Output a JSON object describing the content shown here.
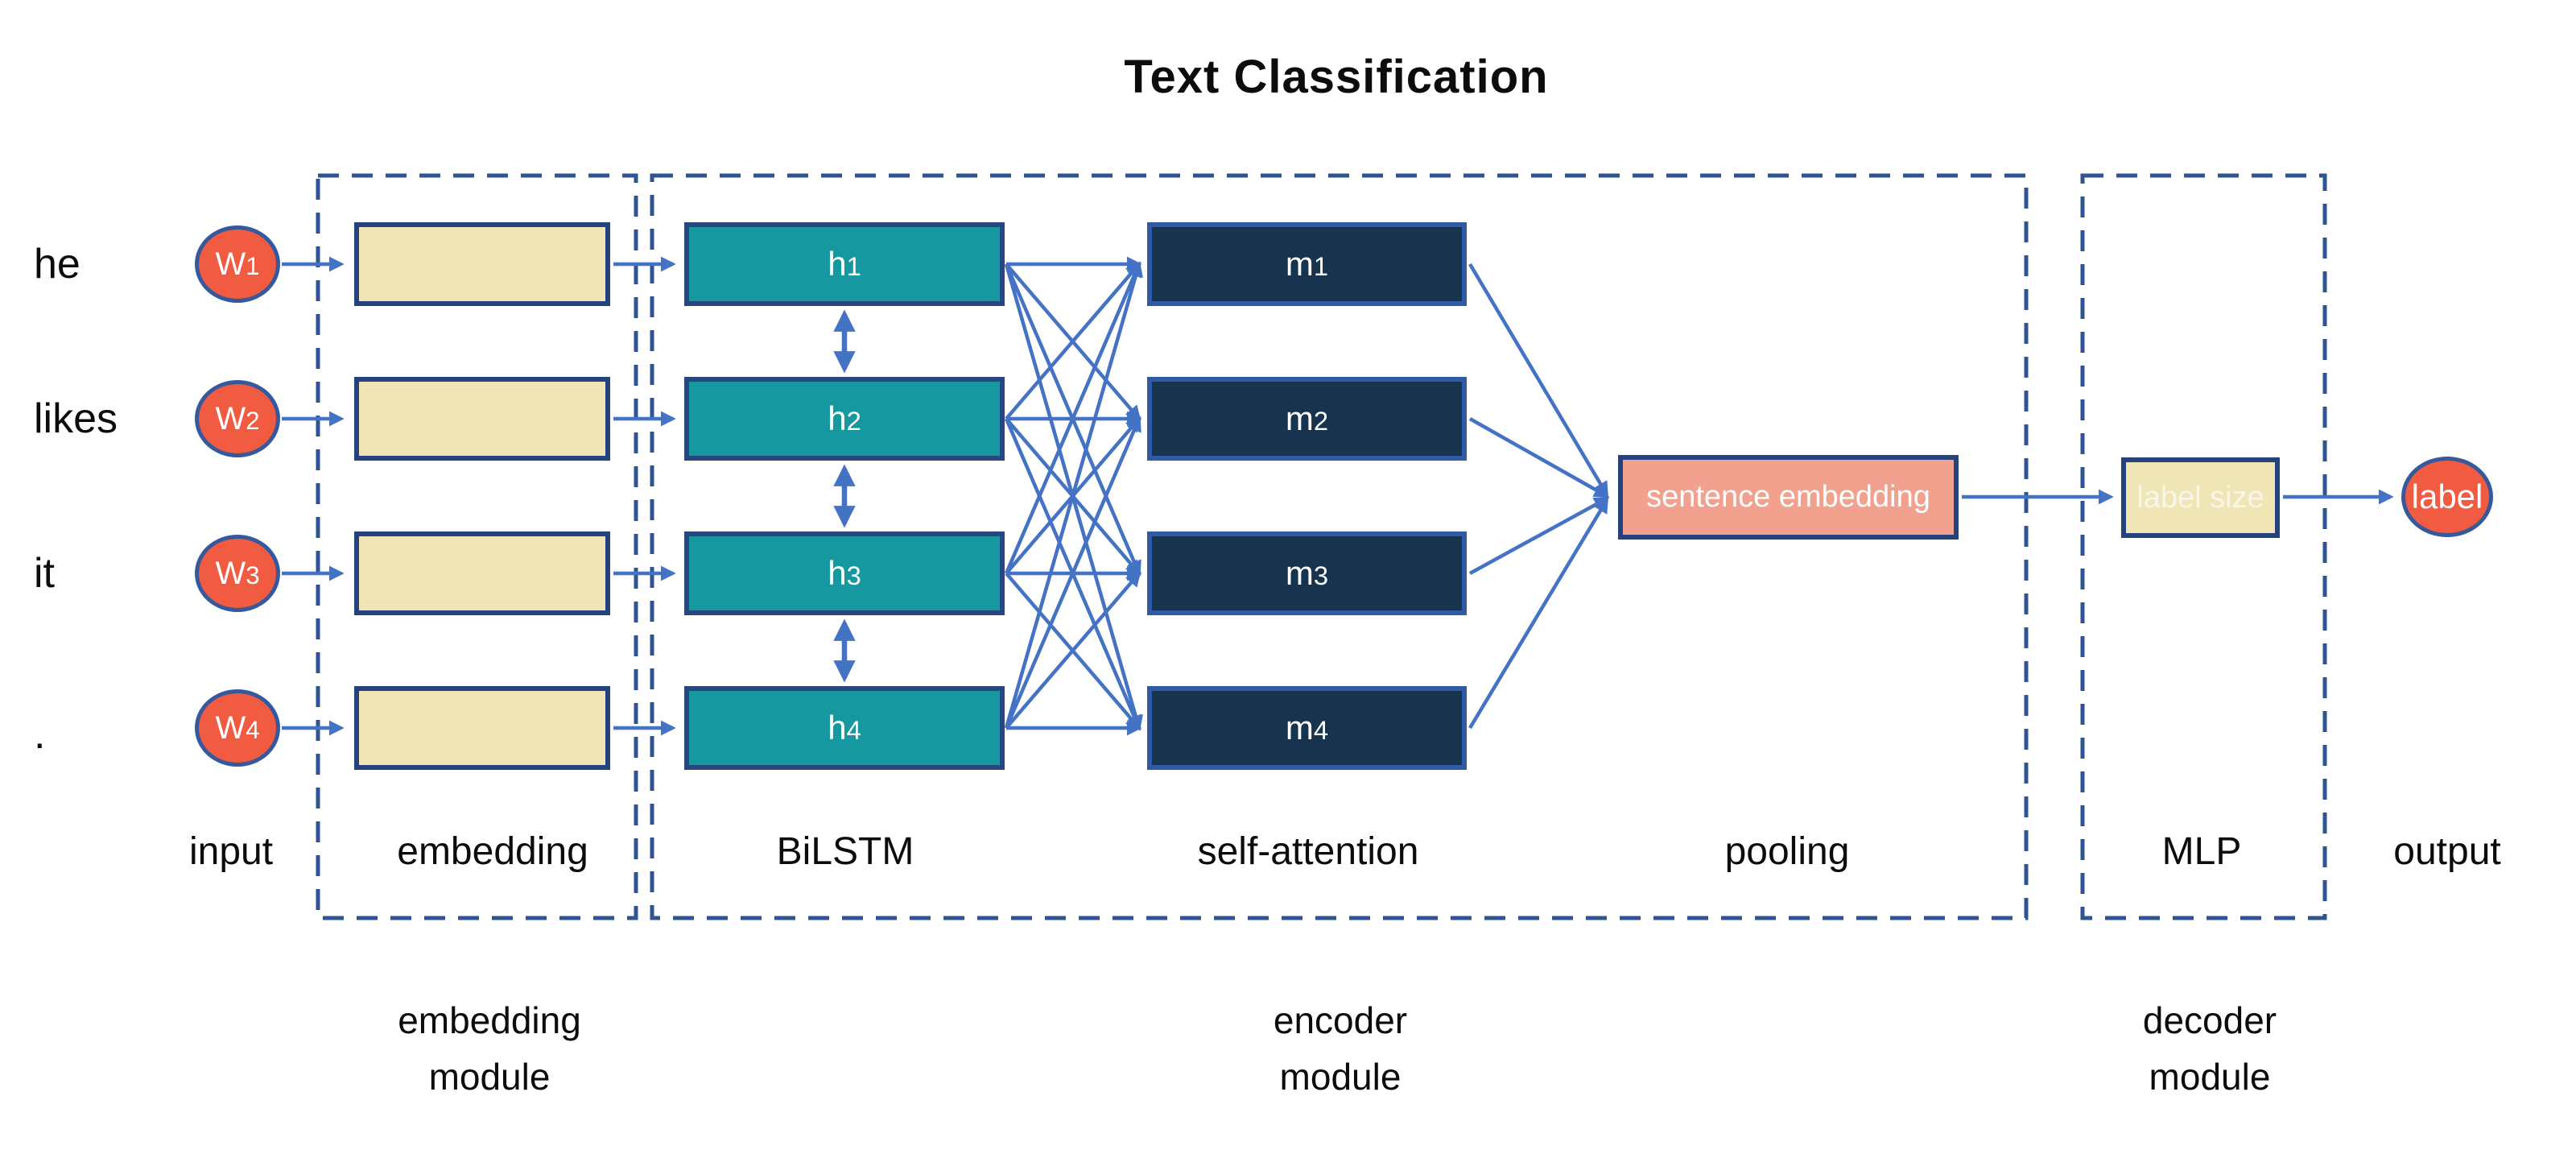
{
  "title": "Text Classification",
  "rows": [
    {
      "word": "he",
      "w_base": "W",
      "w_sub": "1",
      "h_base": "h",
      "h_sub": "1",
      "m_base": "m",
      "m_sub": "1"
    },
    {
      "word": "likes",
      "w_base": "W",
      "w_sub": "2",
      "h_base": "h",
      "h_sub": "2",
      "m_base": "m",
      "m_sub": "2"
    },
    {
      "word": "it",
      "w_base": "W",
      "w_sub": "3",
      "h_base": "h",
      "h_sub": "3",
      "m_base": "m",
      "m_sub": "3"
    },
    {
      "word": ".",
      "w_base": "W",
      "w_sub": "4",
      "h_base": "h",
      "h_sub": "4",
      "m_base": "m",
      "m_sub": "4"
    }
  ],
  "boxes": {
    "pooling_box": "sentence embedding",
    "decoder_box": "label size",
    "output_circle": "label"
  },
  "column_labels": {
    "input": "input",
    "embedding": "embedding",
    "bilstm": "BiLSTM",
    "self_attention": "self-attention",
    "pooling": "pooling",
    "mlp": "MLP",
    "output": "output"
  },
  "module_labels": {
    "embedding_line1": "embedding",
    "embedding_line2": "module",
    "encoder_line1": "encoder",
    "encoder_line2": "module",
    "decoder_line1": "decoder",
    "decoder_line2": "module"
  },
  "colors": {
    "ink": "#0c0c0c",
    "arrow": "#4472c4",
    "dash": "#2e5492",
    "w-fill": "#f05b41",
    "w-stroke": "#36599c",
    "cream-fill": "#efe5b5",
    "cream-stroke": "#24427c",
    "teal-fill": "#1797a0",
    "teal-stroke": "#26477f",
    "navy-fill": "#17334e",
    "navy-stroke": "#2e5aa6",
    "salmon-fill": "#f2a18f"
  }
}
